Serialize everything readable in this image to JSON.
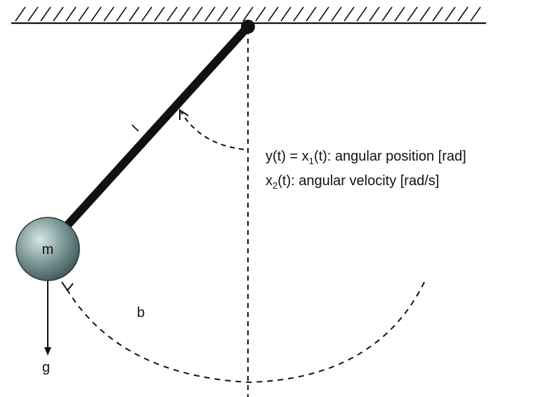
{
  "labels": {
    "length": "l",
    "mass": "m",
    "damping": "b",
    "gravity": "g"
  },
  "legend": {
    "line1": {
      "lhs": "y(t) = x",
      "sub": "1",
      "rhs": "(t): angular position [rad]"
    },
    "line2": {
      "lhs": "x",
      "sub": "2",
      "rhs": "(t): angular velocity [rad/s]"
    }
  },
  "colors": {
    "ink": "#111111",
    "bob_fill": "#7b9696",
    "bob_highlight": "#d7e6e6",
    "bob_shadow": "#3f5656"
  }
}
